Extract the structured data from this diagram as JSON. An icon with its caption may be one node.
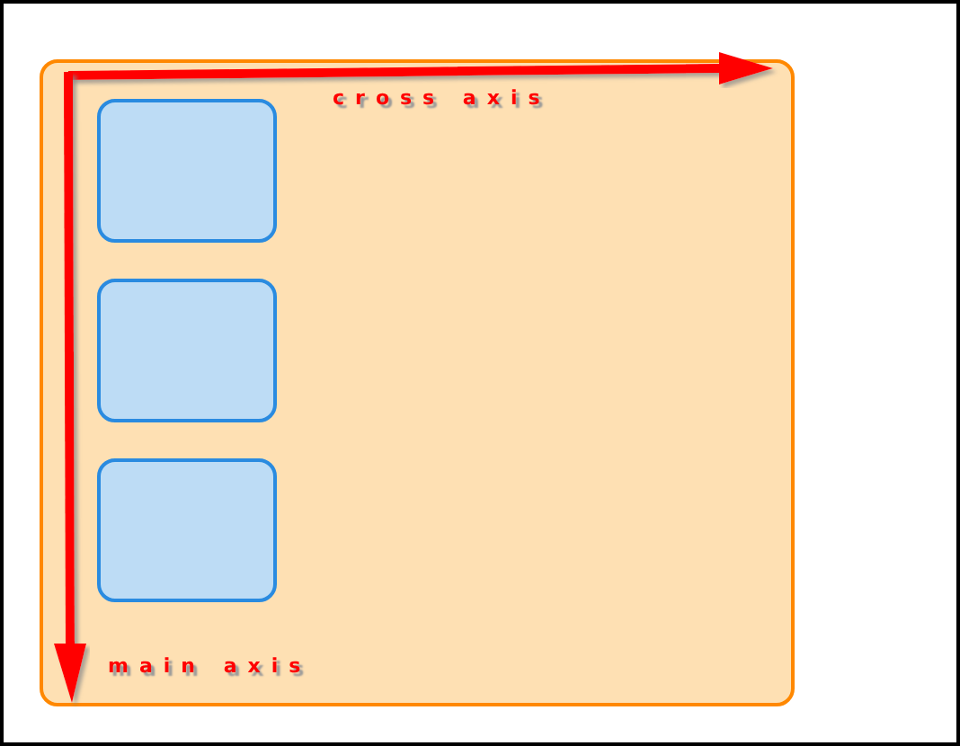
{
  "diagram": {
    "nodes": [
      {
        "text": [],
        "shape": "box"
      },
      {
        "text": [],
        "shape": "box",
        "in": 0
      },
      {
        "text": [],
        "shape": "box",
        "in": 0
      },
      {
        "text": [],
        "shape": "box",
        "in": 0
      }
    ],
    "labels": [
      "cross axis",
      "main axis"
    ]
  }
}
